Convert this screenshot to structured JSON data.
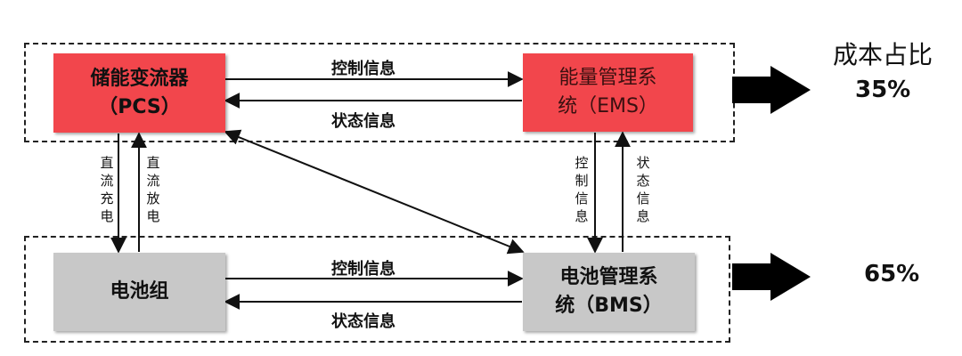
{
  "nodes": {
    "pcs": {
      "line1": "储能变流器",
      "line2": "（PCS）"
    },
    "ems": {
      "line1": "能量管理系",
      "line2": "统（EMS）"
    },
    "battery": {
      "line1": "电池组"
    },
    "bms": {
      "line1": "电池管理系",
      "line2": "统（BMS）"
    }
  },
  "edges": {
    "pcs_ems_control": "控制信息",
    "ems_pcs_status": "状态信息",
    "battery_bms_control": "控制信息",
    "bms_battery_status": "状态信息",
    "pcs_dc_charge": [
      "直",
      "流",
      "充",
      "电"
    ],
    "pcs_dc_discharge": [
      "直",
      "流",
      "放",
      "电"
    ],
    "ems_bms_control": [
      "控",
      "制",
      "信",
      "息"
    ],
    "bms_ems_status": [
      "状",
      "态",
      "信",
      "息"
    ]
  },
  "cost": {
    "title": "成本占比",
    "upper_value": "35%",
    "lower_value": "65%"
  },
  "colors": {
    "pcs_fill": "#f2464c",
    "ems_fill": "#f2464c",
    "battery_fill": "#c8c8c8",
    "bms_fill": "#c8c8c8"
  }
}
